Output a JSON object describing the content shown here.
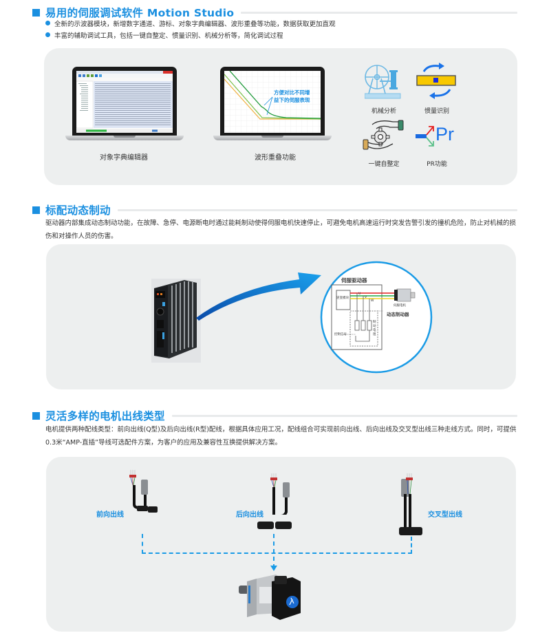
{
  "sections": [
    {
      "title": "易用的伺服调试软件 Motion Studio",
      "bullets": [
        "全新的示波器模块，新增数字通道、游标、对象字典编辑器、波形重叠等功能，数据获取更加直观",
        "丰富的辅助调试工具，包括一键自整定、惯量识别、机械分析等，简化调试过程"
      ],
      "features": [
        {
          "label": "对象字典编辑器",
          "icon": "object-dictionary-editor-screenshot"
        },
        {
          "label": "波形重叠功能",
          "icon": "waveform-overlay-screenshot",
          "annotation": [
            "方便对比不同增",
            "益下的伺服表现"
          ]
        }
      ],
      "tools": [
        {
          "label": "机械分析",
          "icon": "mechanical-analysis-icon"
        },
        {
          "label": "惯量识别",
          "icon": "inertia-identification-icon"
        },
        {
          "label": "一键自整定",
          "icon": "auto-tuning-icon"
        },
        {
          "label": "PR功能",
          "icon": "pr-function-icon",
          "glyph": "Pr"
        }
      ],
      "colors": {
        "accent": "#1a8fe0",
        "panel": "#edefef"
      }
    },
    {
      "title": "标配动态制动",
      "paragraph": "驱动器内部集成动态制动功能，在故障、急停、电源断电时通过能耗制动使得伺服电机快速停止，可避免电机高速运行时突发告警引发的撞机危险，防止对机械的损伤和对操作人员的伤害。",
      "diagram": {
        "title": "伺服驱动器",
        "inverter_label": "逆变模块",
        "phases": [
          "U",
          "V",
          "W"
        ],
        "phase_colors": [
          "#e02020",
          "#22a845",
          "#f0d020"
        ],
        "motor_label": "伺服电机",
        "brake_label": "动态制动器",
        "resistor_label": "制动电阻",
        "signal_label": "控制信号"
      }
    },
    {
      "title": "灵活多样的电机出线类型",
      "paragraph": "电机提供两种配线类型：前向出线(Q型)及后向出线(R型)配线，根据具体应用工况，配线组合可实现前向出线、后向出线及交叉型出线三种走线方式。同时，可提供0.3米“AMP-直插”导线可选配件方案，为客户的应用及兼容性互换提供解决方案。",
      "outlets": [
        {
          "label": "前向出线"
        },
        {
          "label": "后向出线"
        },
        {
          "label": "交叉型出线"
        }
      ]
    }
  ]
}
